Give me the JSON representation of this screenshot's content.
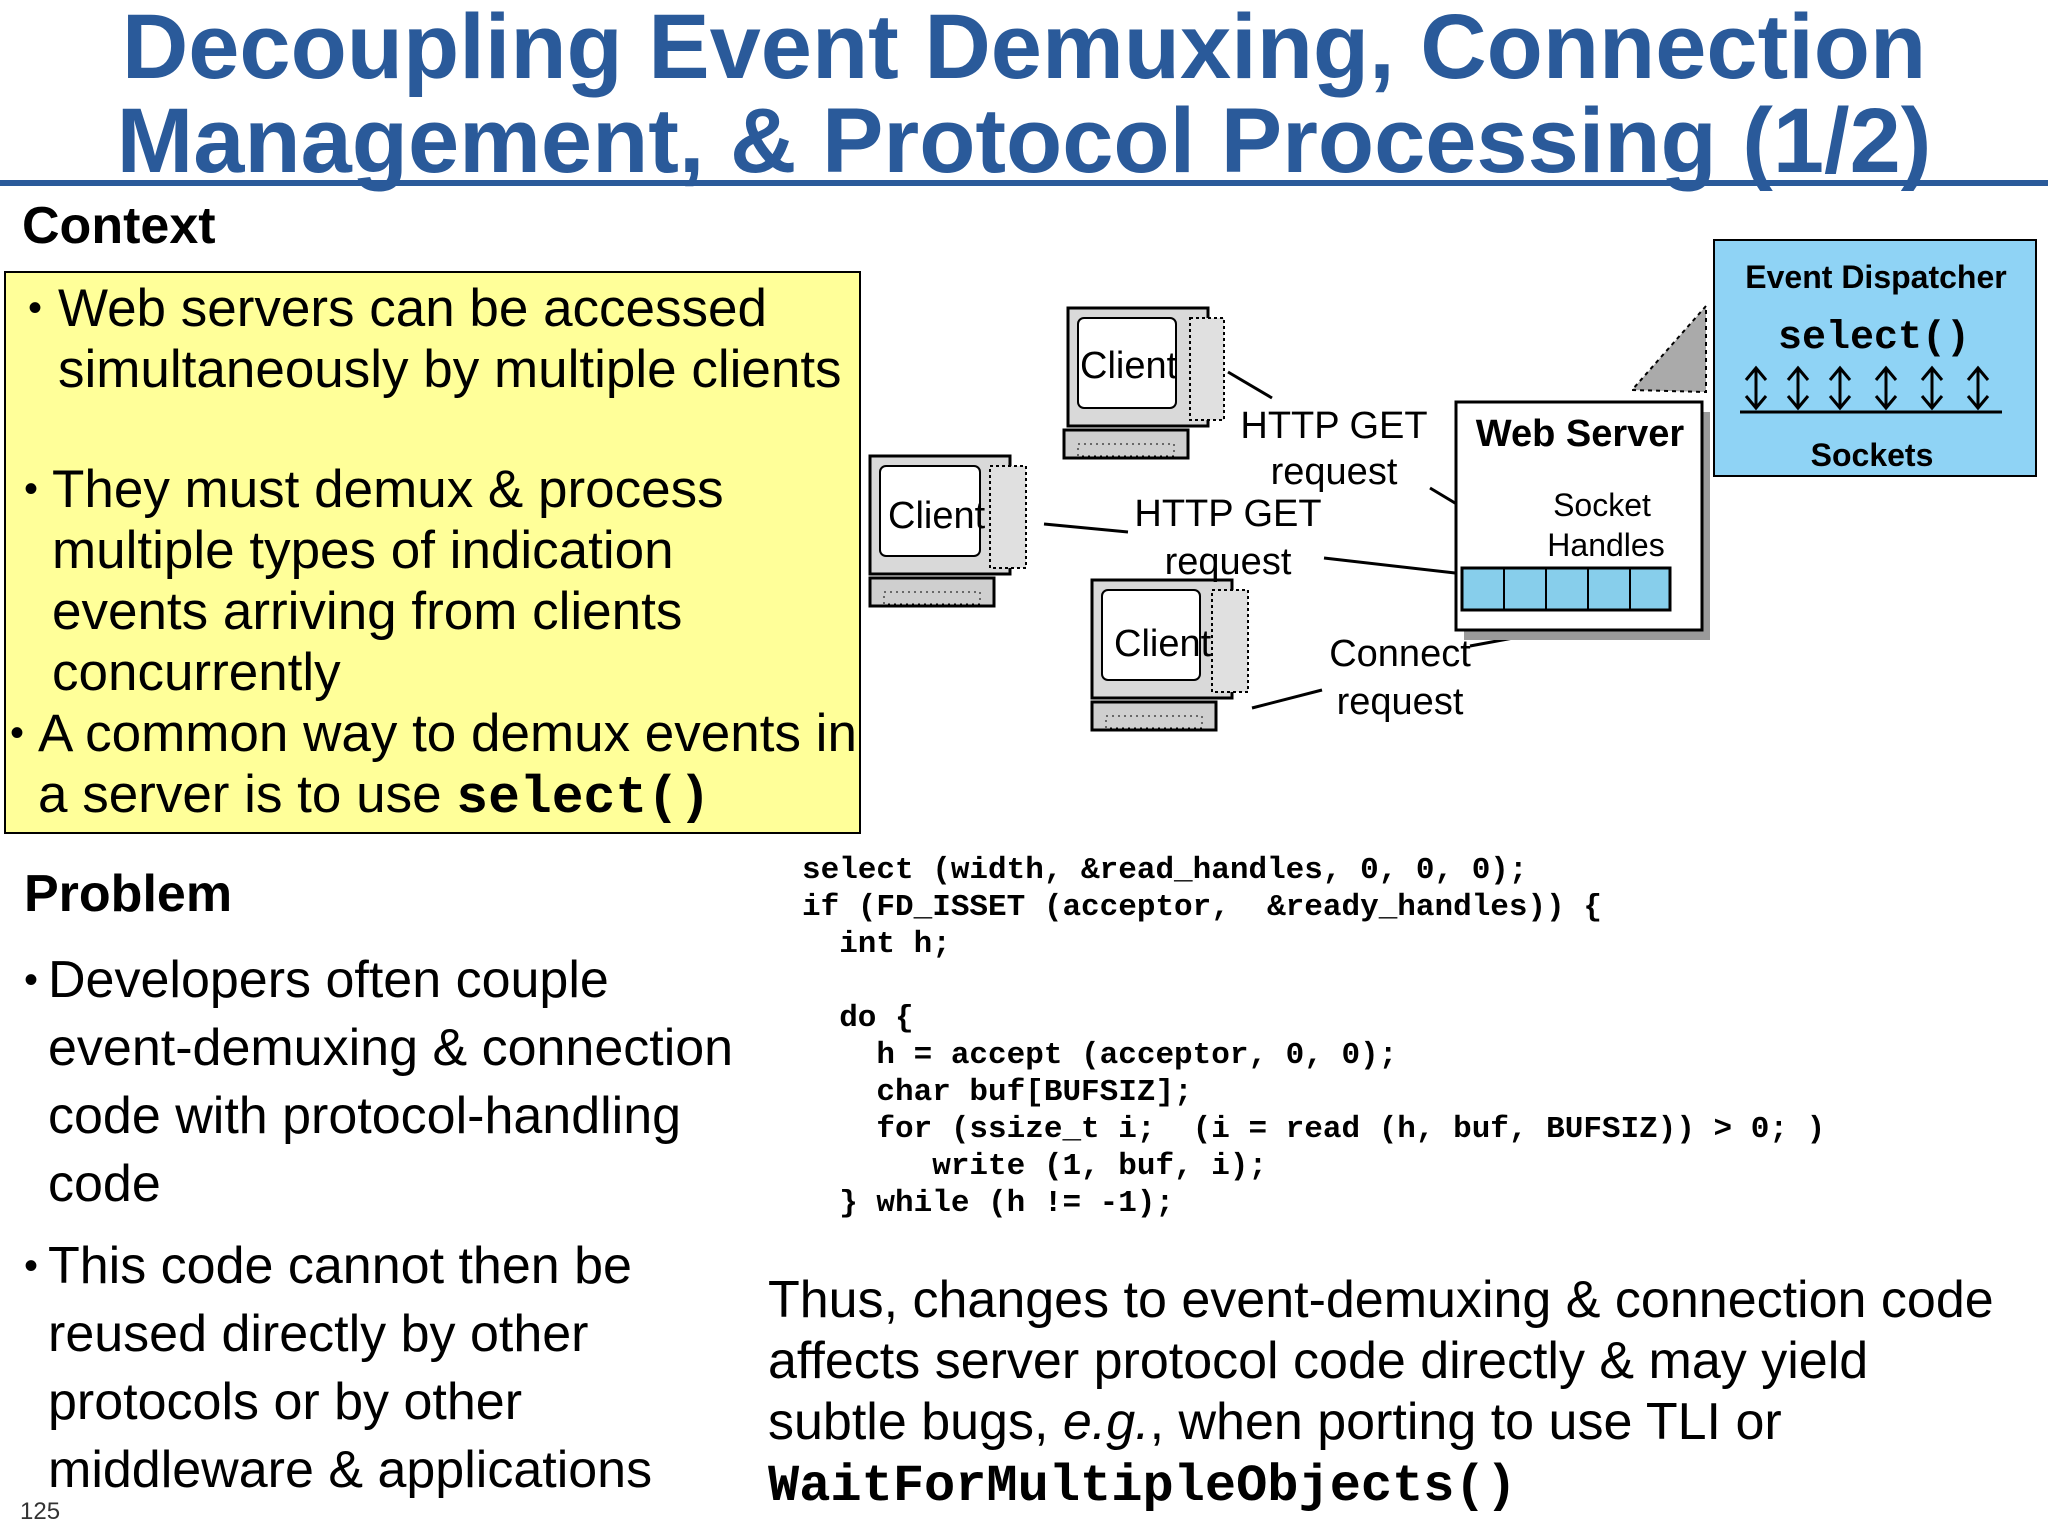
{
  "slide": {
    "title_line1": "Decoupling Event Demuxing, Connection",
    "title_line2": "Management, & Protocol Processing (1/2)",
    "page_number": "125"
  },
  "context": {
    "heading": "Context",
    "bullets": [
      "Web servers can be accessed simultaneously by multiple clients",
      "They must demux & process multiple types of indication events arriving from clients concurrently",
      "A common way to demux events in a server is to use"
    ],
    "bullet3_code": "select()"
  },
  "diagram": {
    "client_labels": [
      "Client",
      "Client",
      "Client"
    ],
    "request_labels": [
      "HTTP GET request",
      "HTTP GET request",
      "Connect request"
    ],
    "web_server": "Web Server",
    "socket_handles_line1": "Socket",
    "socket_handles_line2": "Handles",
    "dispatcher_title": "Event Dispatcher",
    "dispatcher_call": "select()",
    "sockets_label": "Sockets",
    "colors": {
      "title_blue": "#2a5a9a",
      "context_yellow": "#ffff99",
      "dispatcher_blue": "#8fd3f5",
      "handle_blue": "#87ceeb"
    }
  },
  "problem": {
    "heading": "Problem",
    "bullets": [
      "Developers often couple event-demuxing & connection code with protocol-handling code",
      "This code cannot then be reused directly by other protocols or by other middleware & applications"
    ]
  },
  "code_lines": [
    "select (width, &read_handles, 0, 0, 0);",
    "if (FD_ISSET (acceptor,  &ready_handles)) {",
    "  int h;",
    "",
    "  do {",
    "    h = accept (acceptor, 0, 0);",
    "    char buf[BUFSIZ];",
    "    for (ssize_t i;  (i = read (h, buf, BUFSIZ)) > 0; )",
    "       write (1, buf, i);",
    "  } while (h != -1);"
  ],
  "conclusion": {
    "text_before": "Thus, changes to event-demuxing & connection code affects server protocol code directly & may yield subtle bugs,",
    "eg": "e.g.",
    "text_after": ", when porting to use TLI or",
    "code": "WaitForMultipleObjects()"
  }
}
